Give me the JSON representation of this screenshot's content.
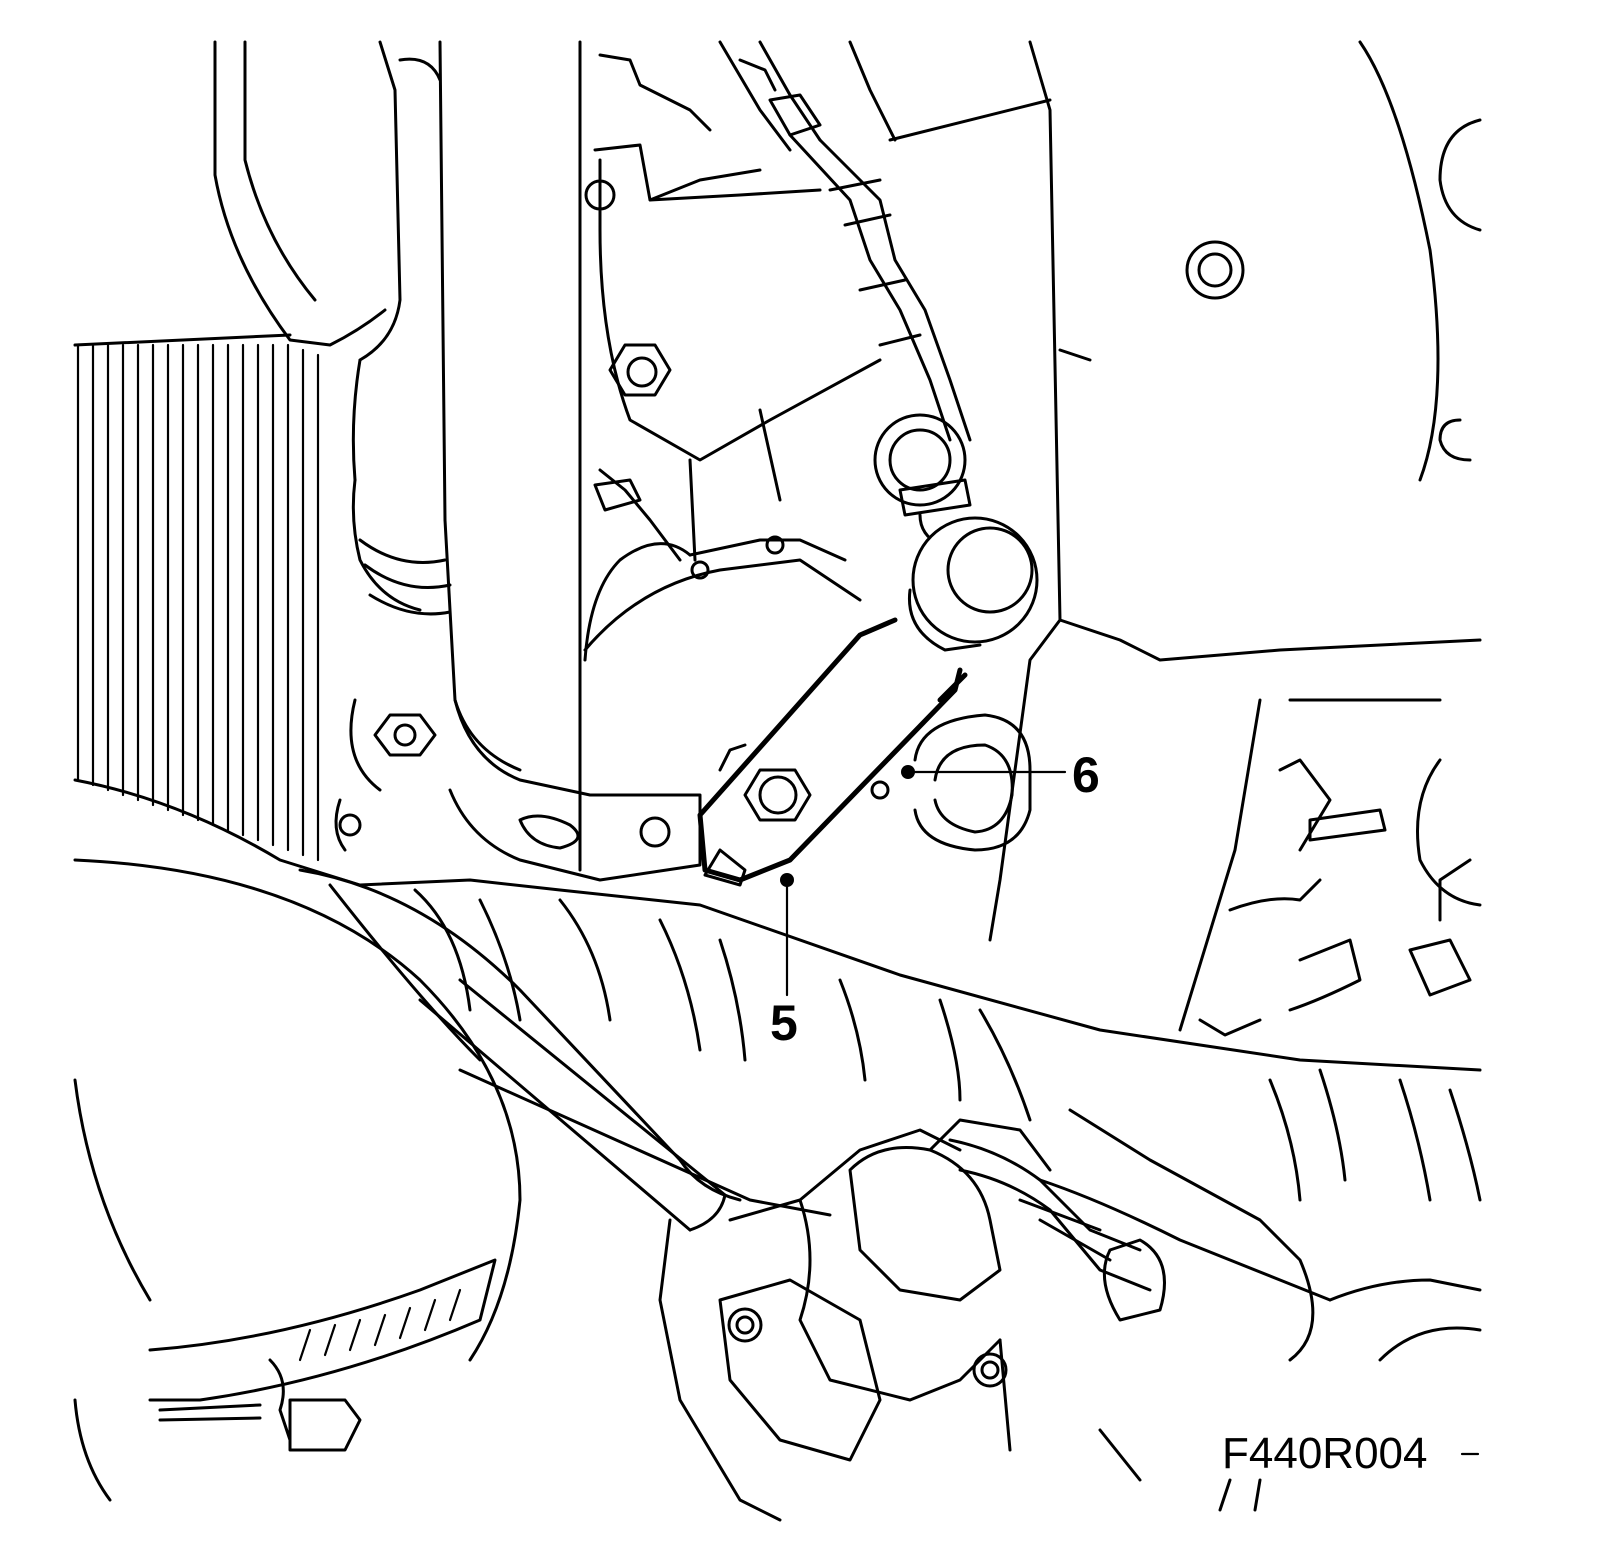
{
  "figure": {
    "code": "F440R004",
    "background": "#ffffff",
    "line_color": "#000000"
  },
  "callouts": [
    {
      "id": "callout-5",
      "label": "5"
    },
    {
      "id": "callout-6",
      "label": "6"
    }
  ]
}
